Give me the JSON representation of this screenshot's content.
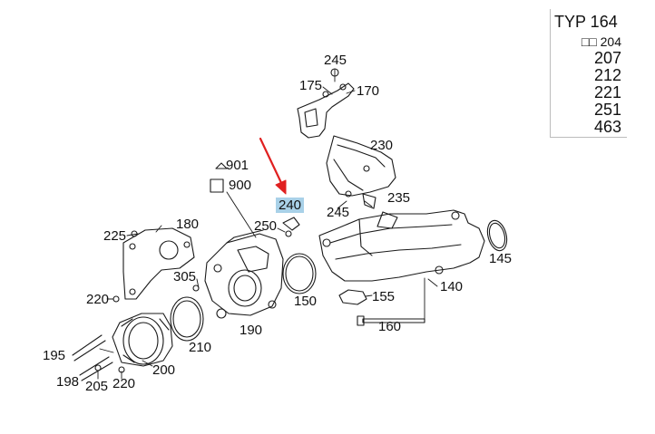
{
  "type_table": {
    "title": "TYP 164",
    "models": [
      "□□ 204",
      "207",
      "212",
      "221",
      "251",
      "463"
    ]
  },
  "selected_part": "240",
  "arrow_color": "#e02020",
  "highlight_color": "#a9d1e8",
  "callouts": {
    "p245a": "245",
    "p175": "175",
    "p170": "170",
    "p230": "230",
    "p901": "901",
    "p900": "900",
    "p240": "240",
    "p235": "235",
    "p245b": "245",
    "p180": "180",
    "p250": "250",
    "p225": "225",
    "p145": "145",
    "p305": "305",
    "p140": "140",
    "p155": "155",
    "p220a": "220",
    "p150": "150",
    "p160": "160",
    "p190": "190",
    "p210": "210",
    "p195": "195",
    "p200": "200",
    "p198": "198",
    "p205": "205",
    "p220b": "220"
  }
}
